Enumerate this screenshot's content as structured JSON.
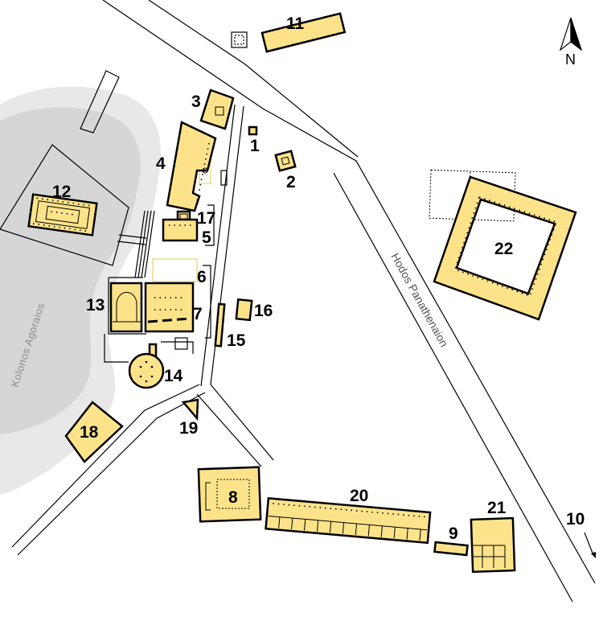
{
  "map": {
    "hill_label": "Kolonos Agoraios",
    "road_label": "Hodos Panathenaion",
    "north_label": "N",
    "colors": {
      "building_fill": "#fce38a",
      "hill_outer": "#e8e8e8",
      "hill_inner": "#d6d6d6",
      "outline": "#000000"
    },
    "labels": {
      "b1": "1",
      "b2": "2",
      "b3": "3",
      "b4": "4",
      "b5": "5",
      "b6": "6",
      "b7": "7",
      "b8": "8",
      "b9": "9",
      "b10": "10",
      "b11": "11",
      "b12": "12",
      "b13": "13",
      "b14": "14",
      "b15": "15",
      "b16": "16",
      "b17": "17",
      "b18": "18",
      "b19": "19",
      "b20": "20",
      "b21": "21",
      "b22": "22"
    }
  }
}
